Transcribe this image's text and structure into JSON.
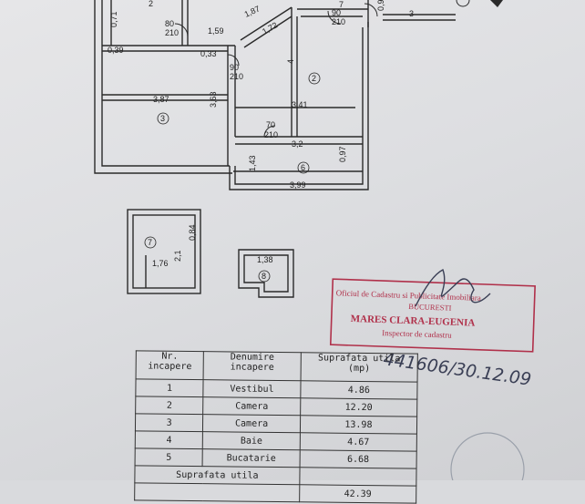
{
  "plan": {
    "dimensions": [
      "2",
      "0,71",
      "80",
      "210",
      "1,59",
      "1,87",
      "1,72",
      "7",
      "90",
      "210",
      "0,9",
      "3",
      "0,39",
      "0,33",
      "90",
      "210",
      "4",
      "3,87",
      "3,63",
      "3,41",
      "70",
      "210",
      "3,2",
      "0,97",
      "1,43",
      "3,99",
      "0,84",
      "1,76",
      "2,1",
      "1,38"
    ],
    "rooms": [
      "2",
      "3",
      "6",
      "7",
      "8"
    ]
  },
  "stamp": {
    "line1": "Oficiul de Cadastru si Publicitate Imobiliara",
    "line2": "BUCURESTI",
    "line3": "MARES CLARA-EUGENIA",
    "line4": "Inspector de cadastru",
    "handwritten": "441606/30.12.09"
  },
  "table": {
    "headers": [
      "Nr. incapere",
      "Denumire incapere",
      "Suprafata utila (mp)"
    ],
    "rows": [
      [
        "1",
        "Vestibul",
        "4.86"
      ],
      [
        "2",
        "Camera",
        "12.20"
      ],
      [
        "3",
        "Camera",
        "13.98"
      ],
      [
        "4",
        "Baie",
        "4.67"
      ],
      [
        "5",
        "Bucatarie",
        "6.68"
      ]
    ],
    "total_label": "Suprafata utila",
    "total_value": "42.39"
  },
  "colors": {
    "ink": "#222222",
    "stamp": "#b0304a",
    "handwriting": "#3a3f55"
  }
}
